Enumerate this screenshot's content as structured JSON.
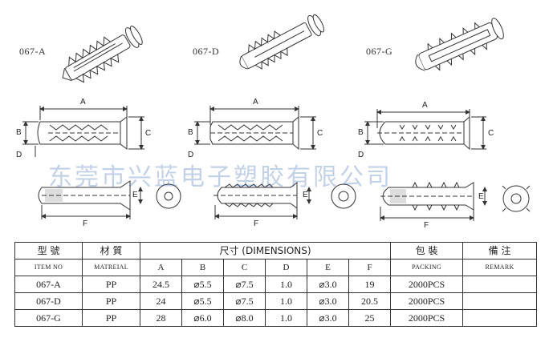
{
  "drawings": {
    "models": [
      {
        "label": "067-A"
      },
      {
        "label": "067-D"
      },
      {
        "label": "067-G"
      }
    ],
    "dimension_letters": {
      "a": "A",
      "b": "B",
      "c": "C",
      "d": "D",
      "e": "E",
      "f": "F"
    }
  },
  "watermark": "东莞市兴蓝电子塑胶有限公司",
  "table": {
    "header": {
      "model_cn": "型  號",
      "model_en": "ITEM NO",
      "material_cn": "材 質",
      "material_en": "MATREIAL",
      "size_title": "尺寸 (DIMENSIONS)",
      "cols": [
        "A",
        "B",
        "C",
        "D",
        "E",
        "F"
      ],
      "packing_cn": "包 裝",
      "packing_en": "PACKING",
      "remark_cn": "備 注",
      "remark_en": "REMARK"
    },
    "rows": [
      {
        "model": "067-A",
        "material": "PP",
        "a": "24.5",
        "b": "⌀5.5",
        "c": "⌀7.5",
        "d": "1.0",
        "e": "⌀3.0",
        "f": "19",
        "packing": "2000PCS",
        "remark": ""
      },
      {
        "model": "067-D",
        "material": "PP",
        "a": "24",
        "b": "⌀5.5",
        "c": "⌀7.5",
        "d": "1.0",
        "e": "⌀3.0",
        "f": "20.5",
        "packing": "2000PCS",
        "remark": ""
      },
      {
        "model": "067-G",
        "material": "PP",
        "a": "28",
        "b": "⌀6.0",
        "c": "⌀8.0",
        "d": "1.0",
        "e": "⌀3.0",
        "f": "25",
        "packing": "2000PCS",
        "remark": ""
      }
    ]
  }
}
